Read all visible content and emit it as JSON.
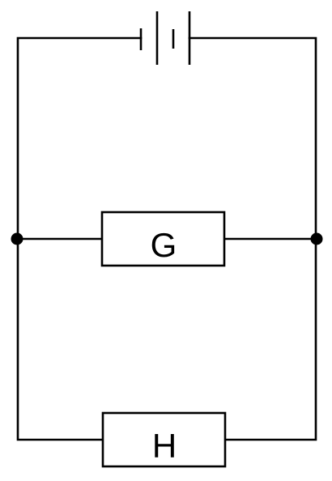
{
  "circuit": {
    "resistor_top": {
      "label": "G"
    },
    "resistor_bottom": {
      "label": "H"
    },
    "battery": {
      "cells": 2
    }
  },
  "colors": {
    "line": "#000000",
    "background": "#ffffff"
  }
}
